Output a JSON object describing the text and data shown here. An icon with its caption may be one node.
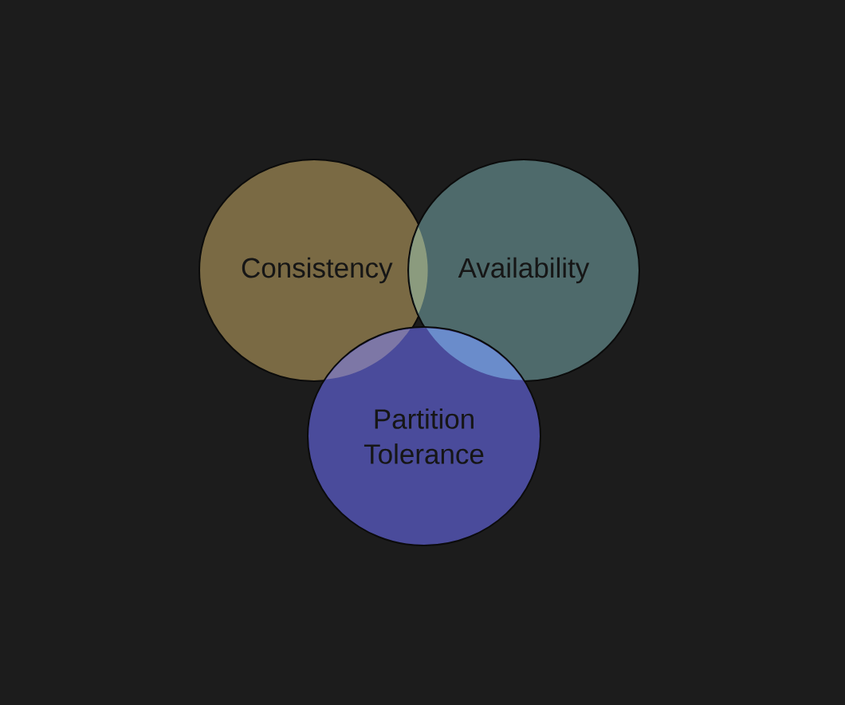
{
  "diagram": {
    "nodes": [
      {
        "text": [
          "Consistency"
        ]
      },
      {
        "text": [
          "Availability"
        ]
      },
      {
        "text": [
          "Partition Tolerance"
        ]
      }
    ]
  }
}
